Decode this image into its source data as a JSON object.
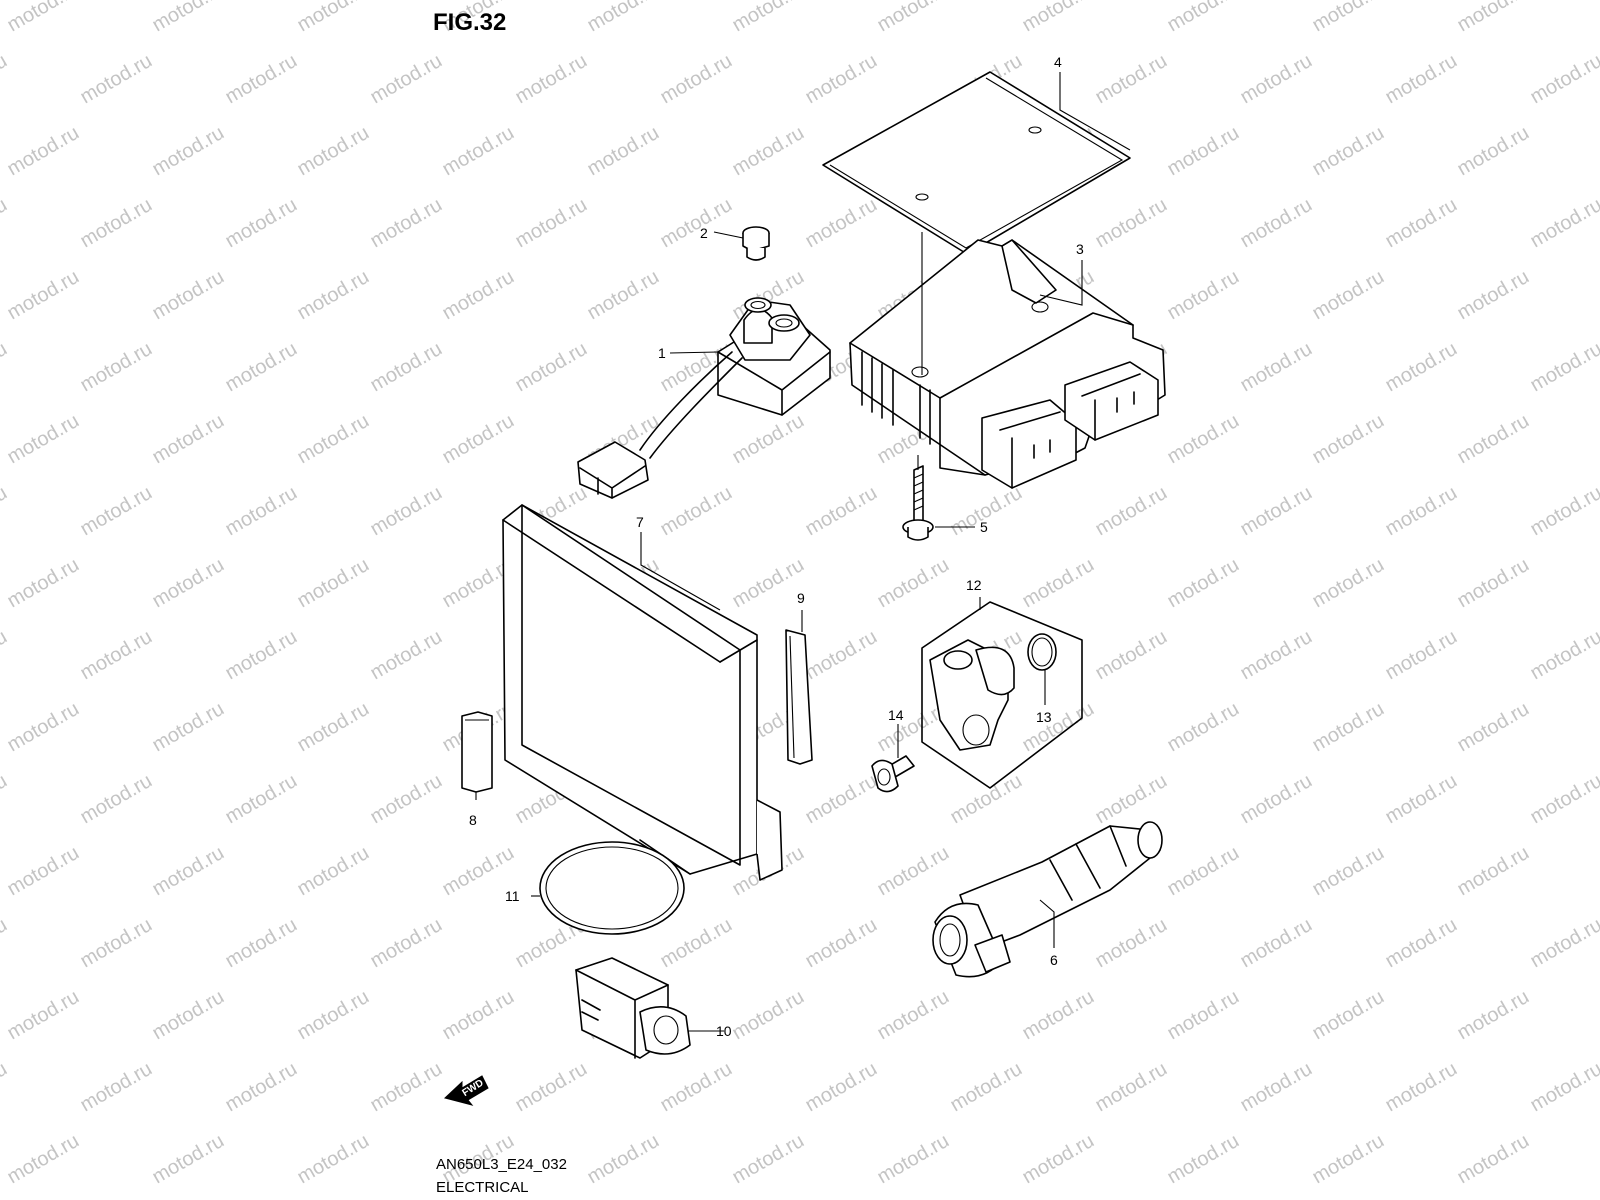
{
  "figure": {
    "title": "FIG.32",
    "code": "AN650L3_E24_032",
    "section": "ELECTRICAL",
    "fwd_label": "FWD",
    "watermark": "motod.ru"
  },
  "parts": [
    {
      "label": "1"
    },
    {
      "label": "2"
    },
    {
      "label": "3"
    },
    {
      "label": "4"
    },
    {
      "label": "5"
    },
    {
      "label": "6"
    },
    {
      "label": "7"
    },
    {
      "label": "8"
    },
    {
      "label": "9"
    },
    {
      "label": "10"
    },
    {
      "label": "11"
    },
    {
      "label": "12"
    },
    {
      "label": "13"
    },
    {
      "label": "14"
    }
  ],
  "colors": {
    "line": "#000000",
    "watermark": "#c4c4c4",
    "background": "#ffffff"
  }
}
